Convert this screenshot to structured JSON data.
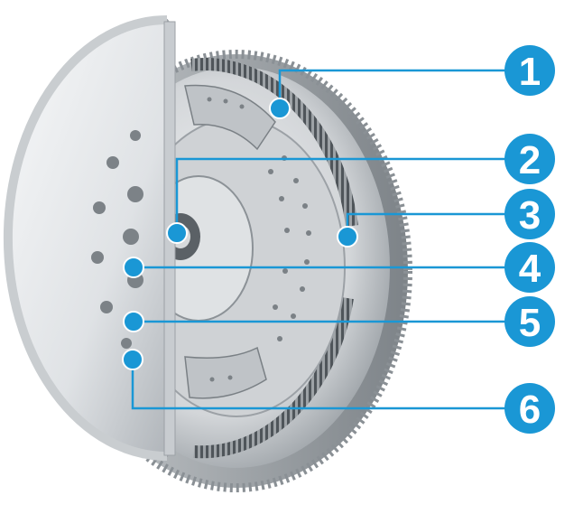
{
  "colors": {
    "accent": "#1a97d5",
    "callout_text": "#ffffff",
    "background": "#ffffff",
    "metal_light": "#e6e8ea",
    "metal_mid": "#b9bdc1",
    "metal_dark": "#6f757a"
  },
  "callouts": [
    {
      "id": "1",
      "label": "1"
    },
    {
      "id": "2",
      "label": "2"
    },
    {
      "id": "3",
      "label": "3"
    },
    {
      "id": "4",
      "label": "4"
    },
    {
      "id": "5",
      "label": "5"
    },
    {
      "id": "6",
      "label": "6"
    }
  ],
  "image": {
    "subject": "dual-mass-flywheel-cutaway"
  }
}
